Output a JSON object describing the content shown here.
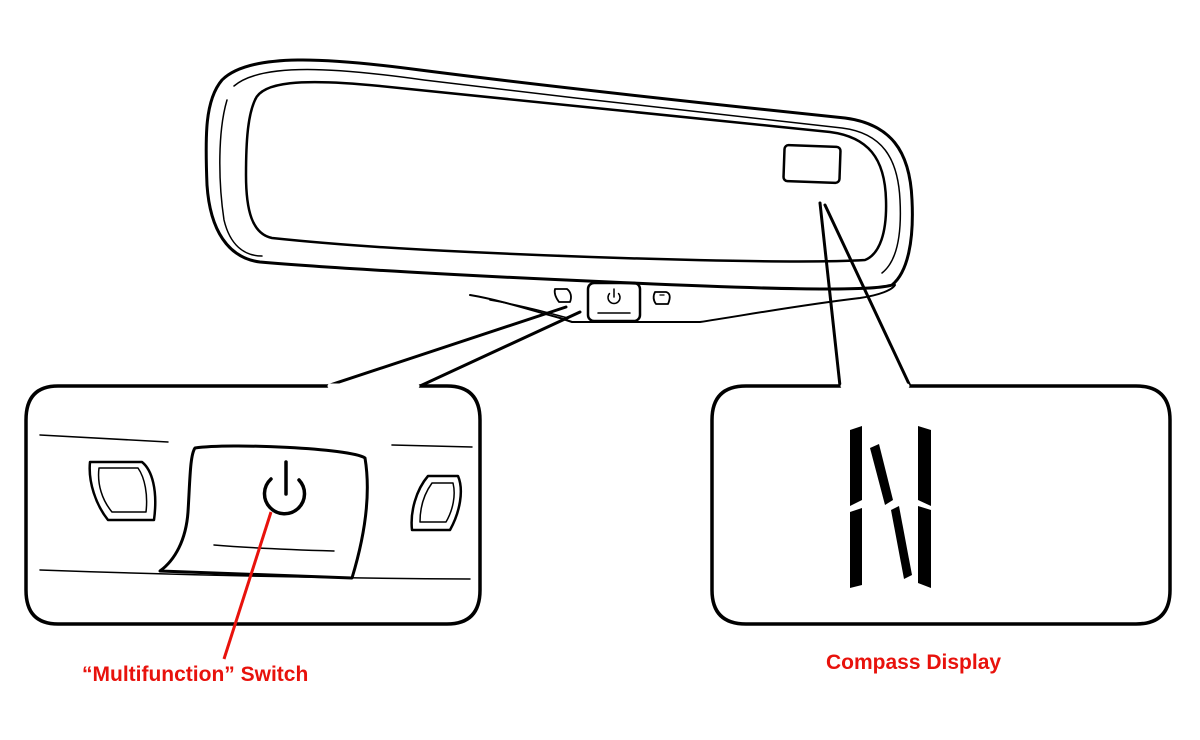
{
  "labels": {
    "multifunction_switch": "“Multifunction” Switch",
    "compass_display": "Compass Display"
  },
  "compass": {
    "heading": "N"
  },
  "icons": {
    "switch": "power-icon",
    "left_button": "left-button-icon",
    "right_button": "right-button-icon"
  },
  "colors": {
    "line": "#000000",
    "label": "#e8120c",
    "leader": "#e8120c",
    "background": "#ffffff"
  }
}
